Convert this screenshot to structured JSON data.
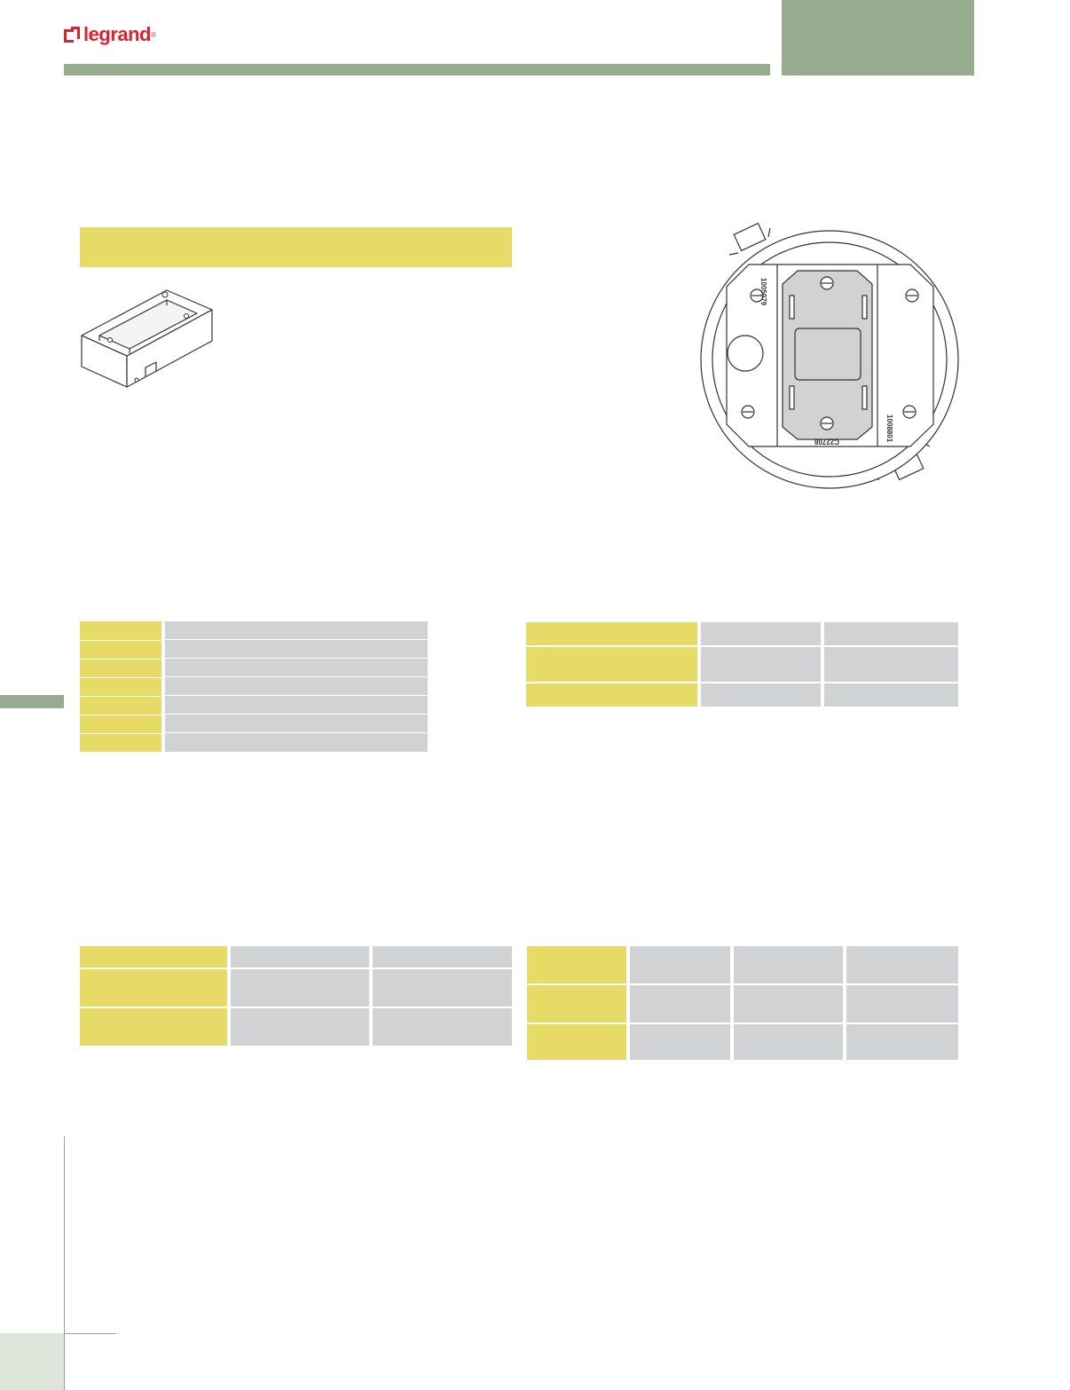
{
  "brand": {
    "logo_text": "legrand",
    "registered_mark": "®",
    "logo_color": "#d9232e"
  },
  "colors": {
    "header_bar": "#97ab8f",
    "section_highlight": "#e6db66",
    "table_cell": "#d1d2d4"
  },
  "drawing_labels": {
    "left_part_number": "1005079",
    "right_part_number": "1008801",
    "bottom_part_number": "C22708"
  }
}
